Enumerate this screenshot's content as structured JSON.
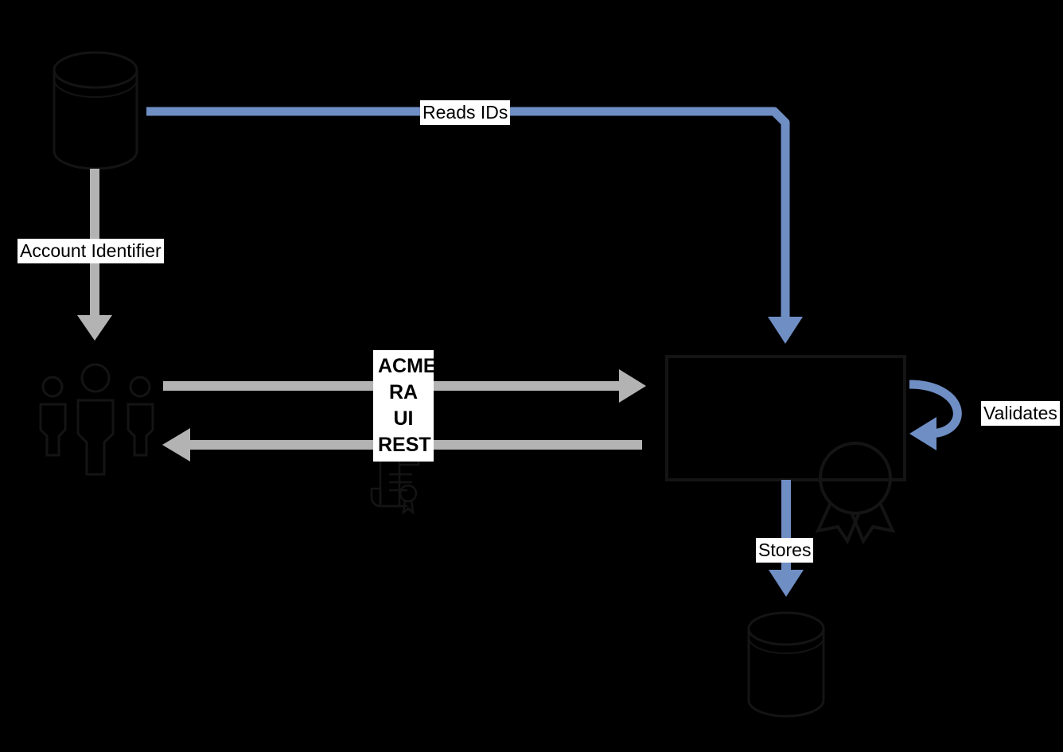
{
  "diagram": {
    "type": "architecture-flow-diagram",
    "background_color": "#000000",
    "palette": {
      "blue_flow": "#6f8ec4",
      "gray_flow": "#b3b3b3",
      "outline": "#121212",
      "label_bg": "#ffffff",
      "label_fg": "#000000"
    },
    "nodes": [
      {
        "id": "source-database",
        "icon": "database-cylinder-icon",
        "label": ""
      },
      {
        "id": "users-actors",
        "icon": "users-group-icon",
        "label": ""
      },
      {
        "id": "ra-service-box",
        "icon": "certificate-award-icon",
        "label": ""
      },
      {
        "id": "certificate-document",
        "icon": "certificate-scroll-icon",
        "label": ""
      },
      {
        "id": "target-database",
        "icon": "database-cylinder-icon",
        "label": ""
      }
    ],
    "edges": [
      {
        "id": "reads-ids",
        "label": "Reads IDs",
        "color": "#6f8ec4",
        "from": "source-database",
        "to": "ra-service-box"
      },
      {
        "id": "account-identifier",
        "label": "Account Identifier",
        "color": "#b3b3b3",
        "from": "source-database",
        "to": "users-actors"
      },
      {
        "id": "acme-ra-ui-rest",
        "label": "ACME\nRA UI\nREST",
        "color": "#b3b3b3",
        "from": "users-actors",
        "to": "ra-service-box"
      },
      {
        "id": "response-return",
        "label": "",
        "color": "#b3b3b3",
        "from": "ra-service-box",
        "to": "users-actors"
      },
      {
        "id": "validates-self-loop",
        "label": "Validates",
        "color": "#6f8ec4",
        "from": "ra-service-box",
        "to": "ra-service-box"
      },
      {
        "id": "stores",
        "label": "Stores",
        "color": "#6f8ec4",
        "from": "ra-service-box",
        "to": "target-database"
      }
    ]
  },
  "labels": {
    "reads_ids": "Reads IDs",
    "account_identifier": "Account Identifier",
    "acme_ra_ui_rest": "ACME\nRA UI\nREST",
    "validates": "Validates",
    "stores": "Stores"
  }
}
